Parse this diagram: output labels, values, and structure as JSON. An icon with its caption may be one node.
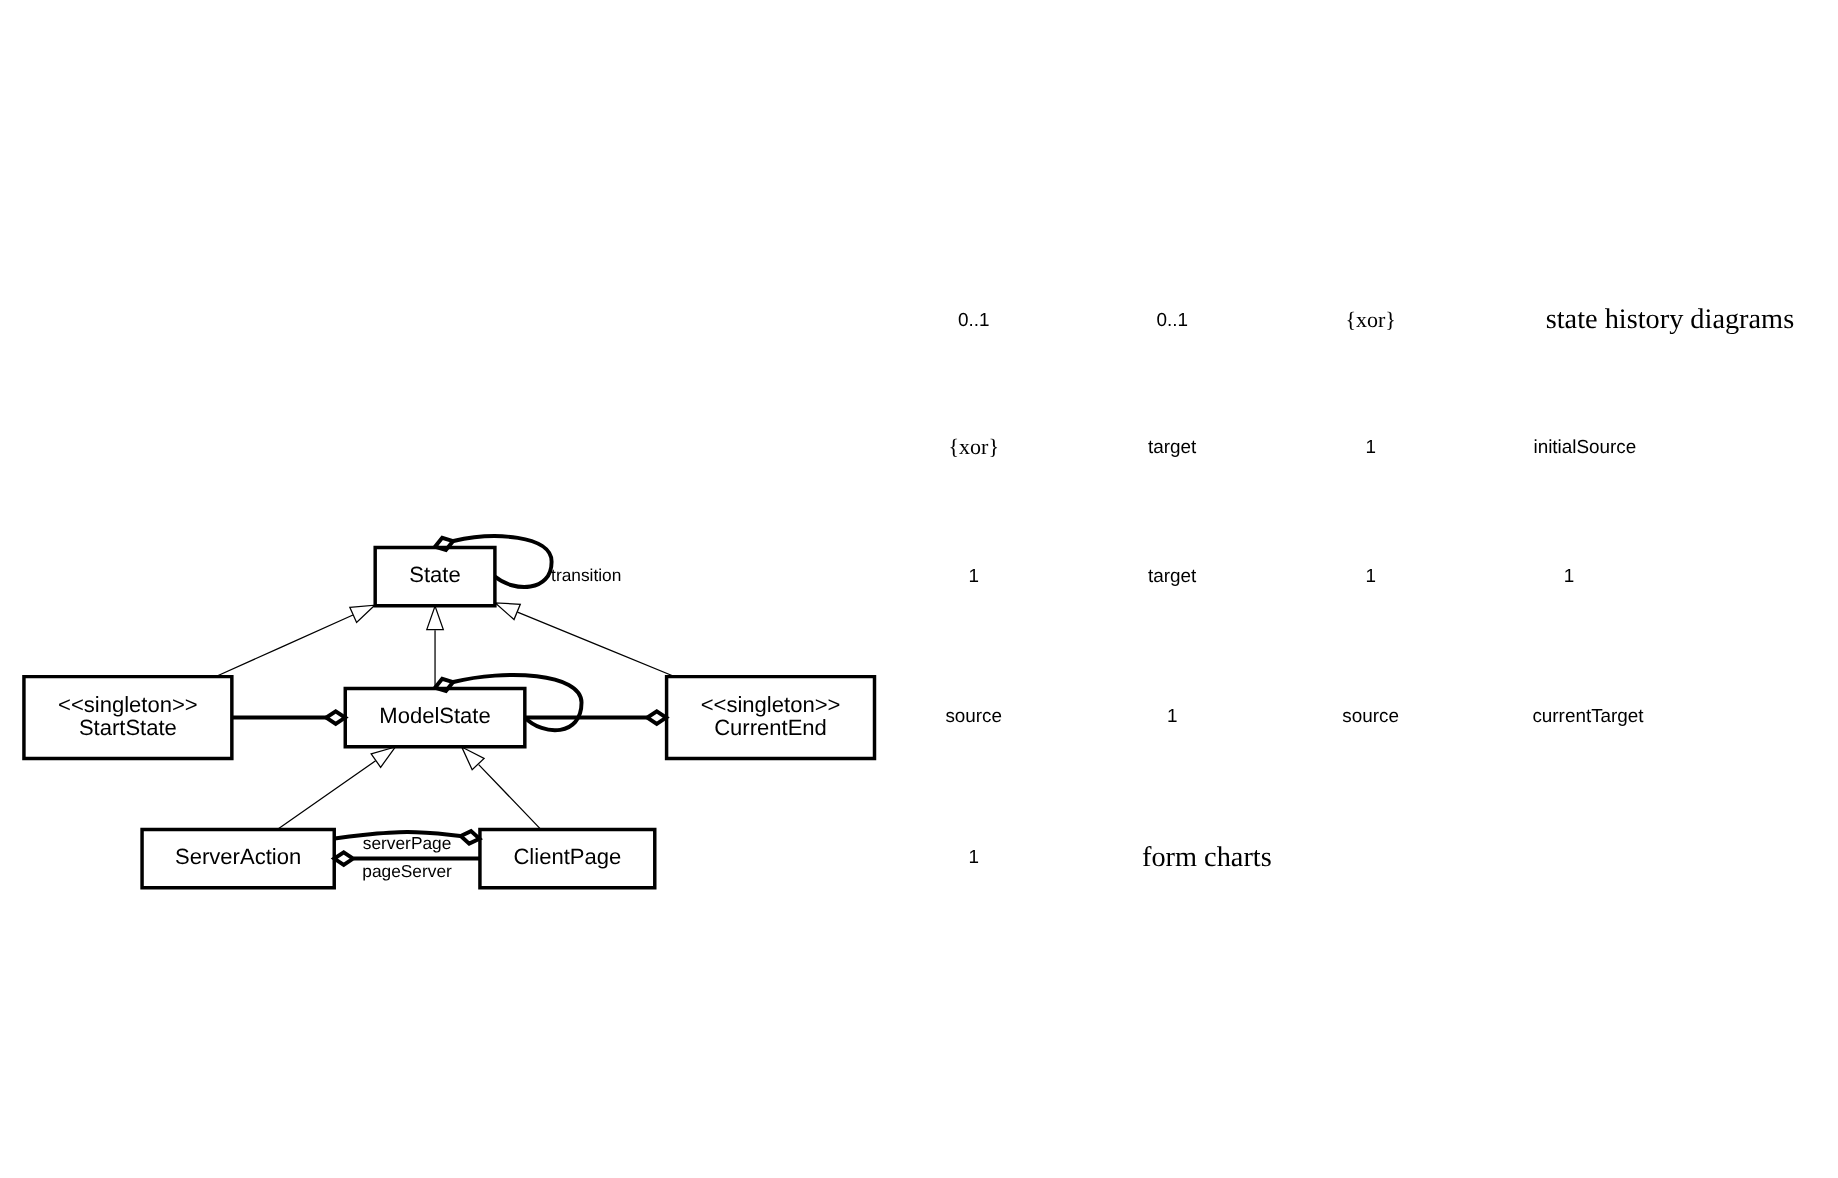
{
  "diagram": {
    "nodes": [
      {
        "text": [
          "State"
        ]
      },
      {
        "text": [
          "<<singleton>>",
          "StartState"
        ]
      },
      {
        "text": [
          "ModelState"
        ]
      },
      {
        "text": [
          "<<singleton>>",
          "CurrentEnd"
        ]
      },
      {
        "text": [
          "ServerAction"
        ]
      },
      {
        "text": [
          "ClientPage"
        ]
      }
    ],
    "edges": [
      {
        "from": 0,
        "to": 0,
        "arrow": "other",
        "label": "transition"
      },
      {
        "from": 1,
        "to": 0,
        "arrow": "to"
      },
      {
        "from": 2,
        "to": 0,
        "arrow": "to"
      },
      {
        "from": 3,
        "to": 0,
        "arrow": "to"
      },
      {
        "from": 2,
        "to": 1,
        "arrow": "other"
      },
      {
        "from": 3,
        "to": 2,
        "arrow": "other"
      },
      {
        "from": 2,
        "to": 2,
        "arrow": "other"
      },
      {
        "from": 4,
        "to": 2,
        "arrow": "to"
      },
      {
        "from": 5,
        "to": 2,
        "arrow": "to"
      },
      {
        "from": 5,
        "to": 4,
        "arrow": "other",
        "label": "serverPage"
      },
      {
        "from": 4,
        "to": 5,
        "arrow": "other",
        "label": "pageServer"
      }
    ],
    "labels": [
      "0..1",
      "0..1",
      "{xor}",
      "state history diagrams",
      "{xor}",
      "target",
      "1",
      "initialSource",
      "1",
      "target",
      "1",
      "1",
      "source",
      "1",
      "source",
      "currentTarget",
      "1",
      "form charts"
    ]
  }
}
